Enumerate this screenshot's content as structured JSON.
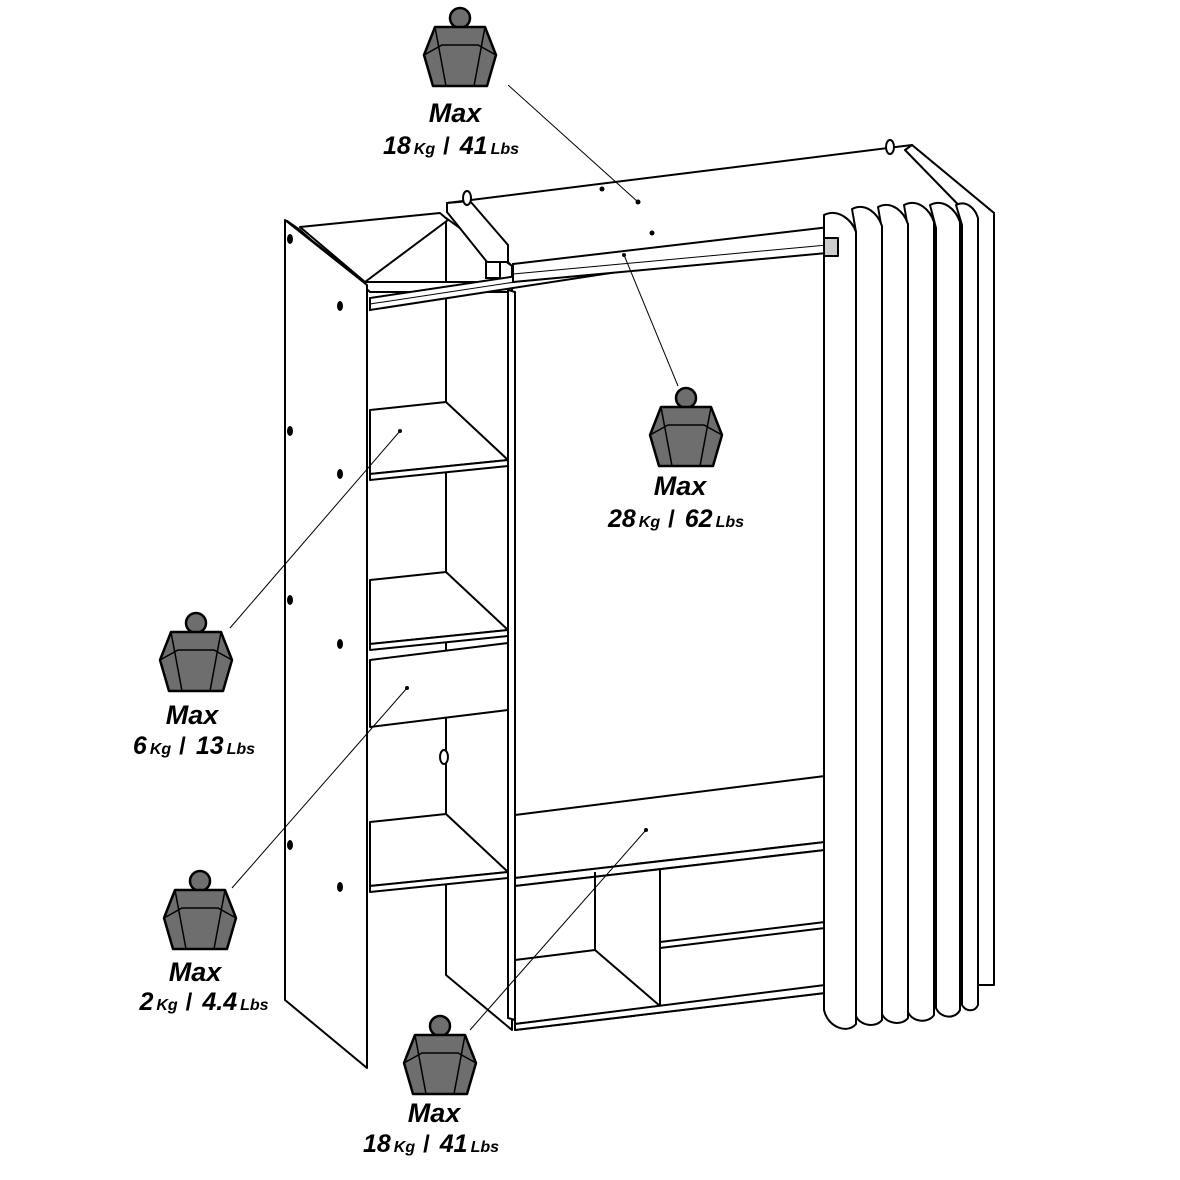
{
  "weight_labels": [
    {
      "id": "top-shelf",
      "max_label": "Max",
      "kg": "18",
      "kg_unit": "Kg",
      "lbs": "41",
      "lbs_unit": "Lbs"
    },
    {
      "id": "hanging-rail",
      "max_label": "Max",
      "kg": "28",
      "kg_unit": "Kg",
      "lbs": "62",
      "lbs_unit": "Lbs"
    },
    {
      "id": "middle-shelf",
      "max_label": "Max",
      "kg": "6",
      "kg_unit": "Kg",
      "lbs": "13",
      "lbs_unit": "Lbs"
    },
    {
      "id": "drawer",
      "max_label": "Max",
      "kg": "2",
      "kg_unit": "Kg",
      "lbs": "4.4",
      "lbs_unit": "Lbs"
    },
    {
      "id": "bottom-platform",
      "max_label": "Max",
      "kg": "18",
      "kg_unit": "Kg",
      "lbs": "41",
      "lbs_unit": "Lbs"
    }
  ],
  "colors": {
    "line": "#000000",
    "weight_fill": "#6e6e6e",
    "weight_shade": "#8a8a8a",
    "background": "#ffffff"
  }
}
